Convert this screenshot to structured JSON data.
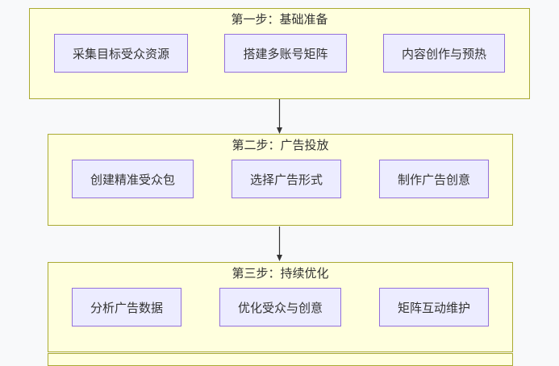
{
  "page": {
    "background_color": "#f8f9fa"
  },
  "diagram": {
    "type": "flowchart",
    "direction": "top-to-bottom",
    "colors": {
      "page_bg": "#f8f9fa",
      "group_fill": "#ffffde",
      "group_border": "#aaaa33",
      "node_fill": "#ececff",
      "node_border": "#9370db",
      "text": "#333333",
      "connector": "#333333"
    },
    "steps": [
      {
        "title": "第一步：基础准备",
        "nodes": [
          "采集目标受众资源",
          "搭建多账号矩阵",
          "内容创作与预热"
        ]
      },
      {
        "title": "第二步：广告投放",
        "nodes": [
          "创建精准受众包",
          "选择广告形式",
          "制作广告创意"
        ]
      },
      {
        "title": "第三步：持续优化",
        "nodes": [
          "分析广告数据",
          "优化受众与创意",
          "矩阵互动维护"
        ]
      }
    ],
    "connectors": [
      {
        "from": "step-1",
        "to": "step-2"
      },
      {
        "from": "step-2",
        "to": "step-3"
      }
    ],
    "partial_next_group_visible": true
  }
}
